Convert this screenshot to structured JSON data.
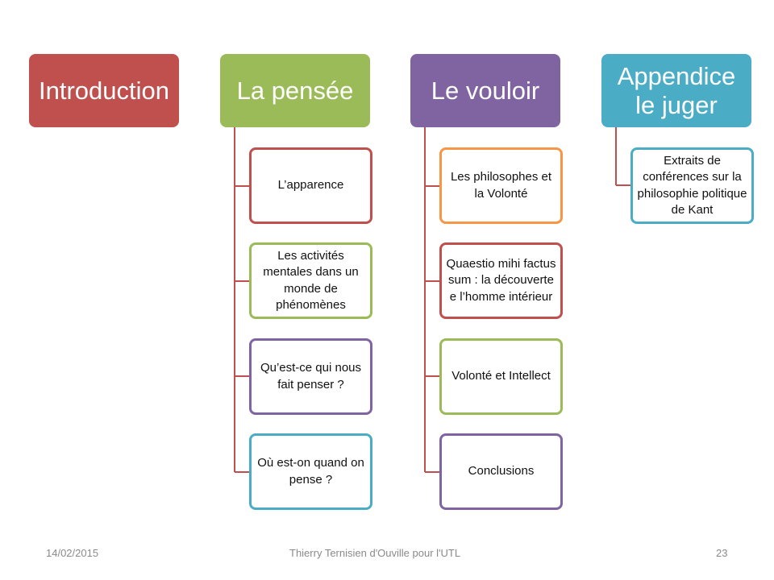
{
  "columns": [
    {
      "title": "Introduction",
      "color": "#C0504D",
      "children": []
    },
    {
      "title": "La pensée",
      "color": "#9BBB59",
      "children": [
        {
          "label": "L’apparence",
          "border": "#C0504D"
        },
        {
          "label": "Les activités mentales dans un monde de phénomènes",
          "border": "#9BBB59"
        },
        {
          "label": "Qu’est-ce qui nous fait penser ?",
          "border": "#8064A2"
        },
        {
          "label": "Où est-on quand on pense ?",
          "border": "#4BACC6"
        }
      ]
    },
    {
      "title": "Le vouloir",
      "color": "#8064A2",
      "children": [
        {
          "label": "Les philosophes et la Volonté",
          "border": "#F79646"
        },
        {
          "label": "Quaestio mihi factus sum : la découverte e l’homme intérieur",
          "border": "#C0504D"
        },
        {
          "label": "Volonté et Intellect",
          "border": "#9BBB59"
        },
        {
          "label": "Conclusions",
          "border": "#8064A2"
        }
      ]
    },
    {
      "title": "Appendice le juger",
      "color": "#4BACC6",
      "children": [
        {
          "label": "Extraits de conférences sur la philosophie politique de Kant",
          "border": "#4BACC6"
        }
      ]
    }
  ],
  "connector_color": "#C0504D",
  "footer": {
    "date": "14/02/2015",
    "author": "Thierry Ternisien d'Ouville pour l'UTL",
    "page": "23"
  }
}
